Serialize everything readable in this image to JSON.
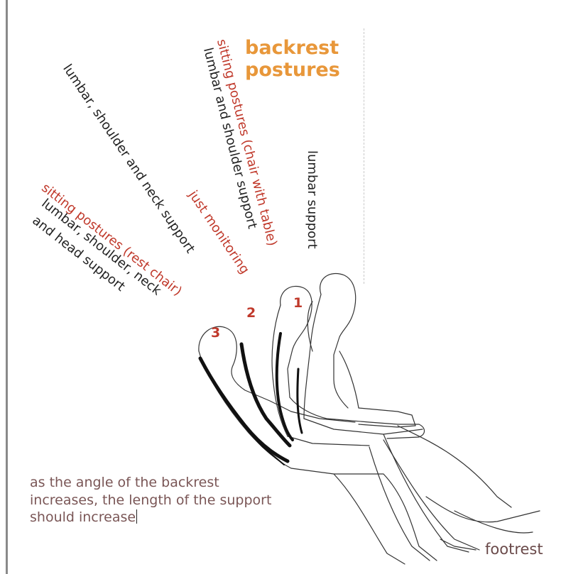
{
  "title": [
    "backrest",
    "postures"
  ],
  "postures": [
    {
      "number": "1",
      "context": "",
      "support": "lumbar support"
    },
    {
      "number": "2",
      "context": "sitting postures (chair with table)",
      "support": "lumbar and shoulder support"
    },
    {
      "number": "3",
      "context": "just monitoring",
      "support": "lumbar, shoulder and neck support"
    },
    {
      "number": "",
      "context": "sitting postures (rest chair)",
      "support": [
        "lumbar, shoulder, neck",
        "and head support"
      ]
    }
  ],
  "note": "as the angle of the backrest increases, the length of the support should increase",
  "footrest_label": "footrest"
}
